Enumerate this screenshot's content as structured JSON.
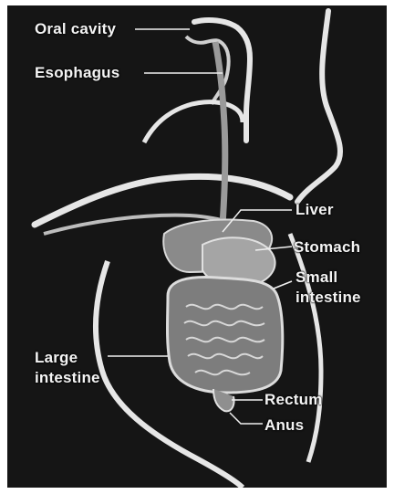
{
  "figure": {
    "labels": {
      "oral_cavity": "Oral cavity",
      "esophagus": "Esophagus",
      "liver": "Liver",
      "stomach": "Stomach",
      "small_intestine_line1": "Small",
      "small_intestine_line2": "intestine",
      "large_intestine_line1": "Large",
      "large_intestine_line2": "intestine",
      "rectum": "Rectum",
      "anus": "Anus"
    },
    "colors": {
      "background": "#151515",
      "body_outline": "#e6e6e6",
      "organs": "#8a8a8a",
      "text": "#f4f4f4"
    }
  }
}
